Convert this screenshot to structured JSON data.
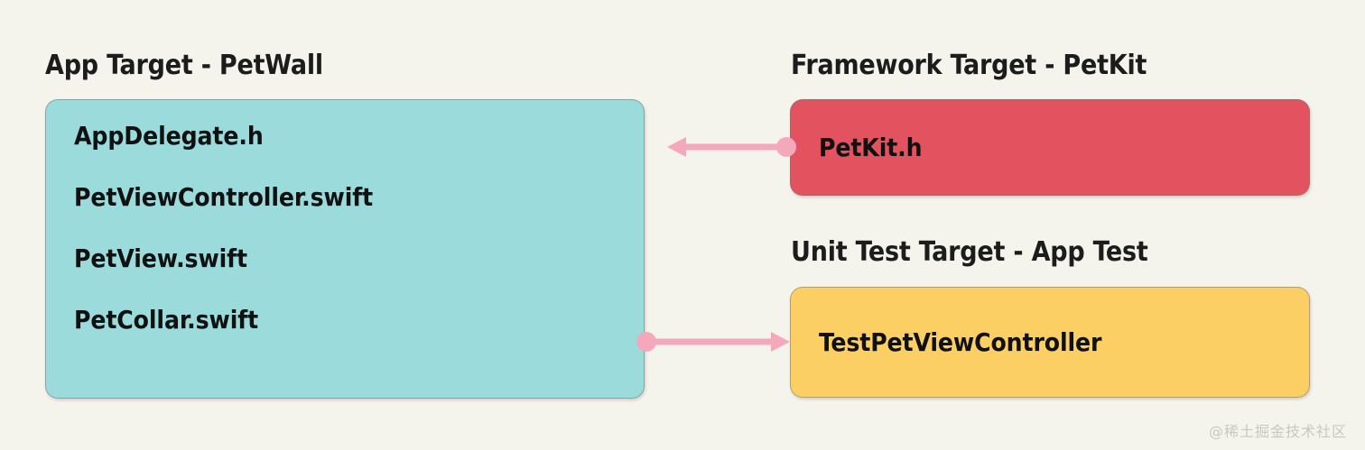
{
  "background_color": "#f5f4ec",
  "columns": {
    "left": {
      "title": "App Target - PetWall",
      "box": {
        "color": "#9bdbdb",
        "items": [
          {
            "label": "AppDelegate.h"
          },
          {
            "label": "PetViewController.swift"
          },
          {
            "label": "PetView.swift"
          },
          {
            "label": "PetCollar.swift"
          }
        ]
      }
    },
    "right_top": {
      "title": "Framework Target - PetKit",
      "box": {
        "color": "#e2535f",
        "items": [
          {
            "label": "PetKit.h"
          }
        ]
      }
    },
    "right_bottom": {
      "title": "Unit Test Target - App Test",
      "box": {
        "color": "#fbcf64",
        "items": [
          {
            "label": "TestPetViewController"
          }
        ]
      }
    }
  },
  "connectors": {
    "color": "#f3a8bc",
    "items": [
      {
        "name": "framework-to-app",
        "direction": "left",
        "from": "Framework Target - PetKit",
        "to": "App Target - PetWall"
      },
      {
        "name": "app-to-unit-test",
        "direction": "right",
        "from": "App Target - PetWall",
        "to": "Unit Test Target - App Test"
      }
    ]
  },
  "watermark": "@稀土掘金技术社区"
}
